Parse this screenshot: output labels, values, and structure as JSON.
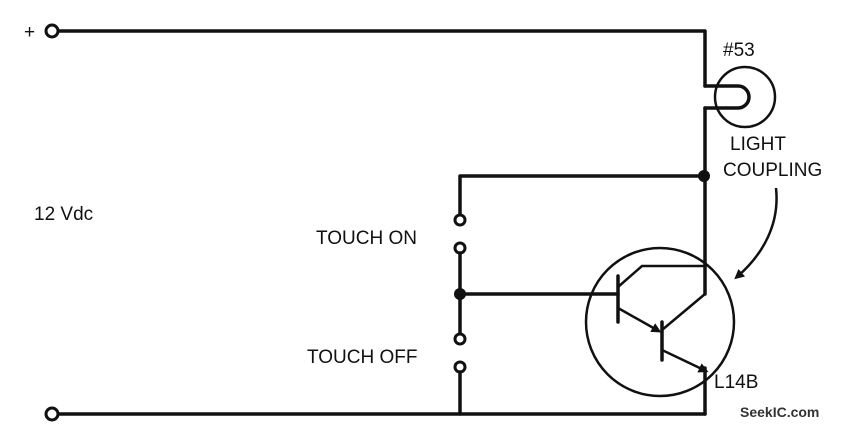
{
  "labels": {
    "plus": "+",
    "supply": "12 Vdc",
    "lamp": "#53",
    "coupling_line1": "LIGHT",
    "coupling_line2": "COUPLING",
    "touch_on": "TOUCH ON",
    "touch_off": "TOUCH OFF",
    "device": "L14B",
    "watermark": "SeekIC.com"
  },
  "colors": {
    "ink": "#111111",
    "background": "#ffffff"
  }
}
